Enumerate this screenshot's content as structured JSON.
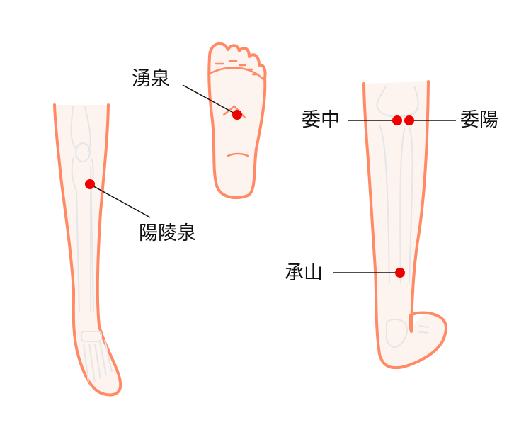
{
  "colors": {
    "skin_fill": "#fdf3ef",
    "outline": "#ff8a65",
    "bone": "#e4e6e8",
    "point": "#ee0000",
    "leader": "#111111"
  },
  "figures": [
    {
      "id": "leg-lateral",
      "description": "left leg, lateral view"
    },
    {
      "id": "foot-sole",
      "description": "sole of foot"
    },
    {
      "id": "leg-posterior",
      "description": "right leg, posterior view"
    }
  ],
  "points": [
    {
      "name": "湧泉",
      "figure": "foot-sole"
    },
    {
      "name": "陽陵泉",
      "figure": "leg-lateral"
    },
    {
      "name": "委中",
      "figure": "leg-posterior"
    },
    {
      "name": "委陽",
      "figure": "leg-posterior"
    },
    {
      "name": "承山",
      "figure": "leg-posterior"
    }
  ]
}
